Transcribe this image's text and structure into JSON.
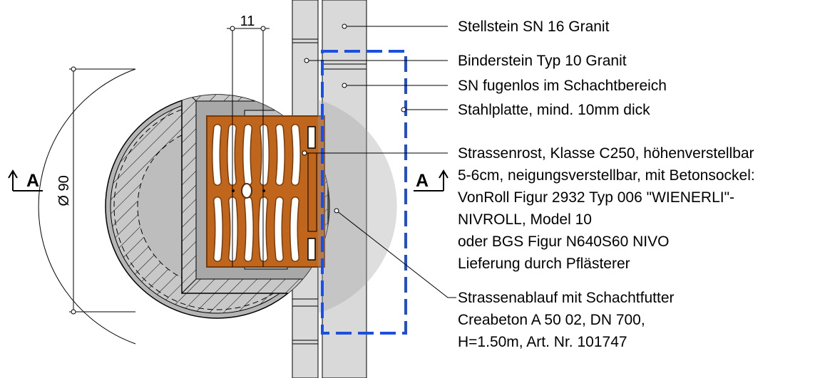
{
  "dimensions": {
    "top_width": "11",
    "diameter": "Ø 90"
  },
  "section_markers": {
    "left": "A",
    "right": "A"
  },
  "labels": {
    "stellstein": "Stellstein SN 16 Granit",
    "binderstein": "Binderstein Typ 10 Granit",
    "sn_fugenlos": "SN fugenlos im Schachtbereich",
    "stahlplatte": "Stahlplatte, mind. 10mm dick",
    "strassenrost": [
      "Strassenrost, Klasse C250, höhenverstellbar",
      "5-6cm, neigungsverstellbar, mit Betonsockel:",
      "VonRoll Figur 2932 Typ 006 \"WIENERLI\"-",
      "NIVROLL, Model 10",
      "oder BGS Figur N640S60 NIVO",
      "Lieferung durch Pflästerer"
    ],
    "strassenablauf": [
      "Strassenablauf mit Schachtfutter",
      "Creabeton A 50 02, DN 700,",
      "H=1.50m, Art. Nr. 101747"
    ]
  },
  "colors": {
    "grate": "#c0651c",
    "grate_dark": "#7a3a08",
    "stone": "#d9d9d9",
    "shaft": "#b5b5b5",
    "outline_blue": "#1a4fe0"
  }
}
